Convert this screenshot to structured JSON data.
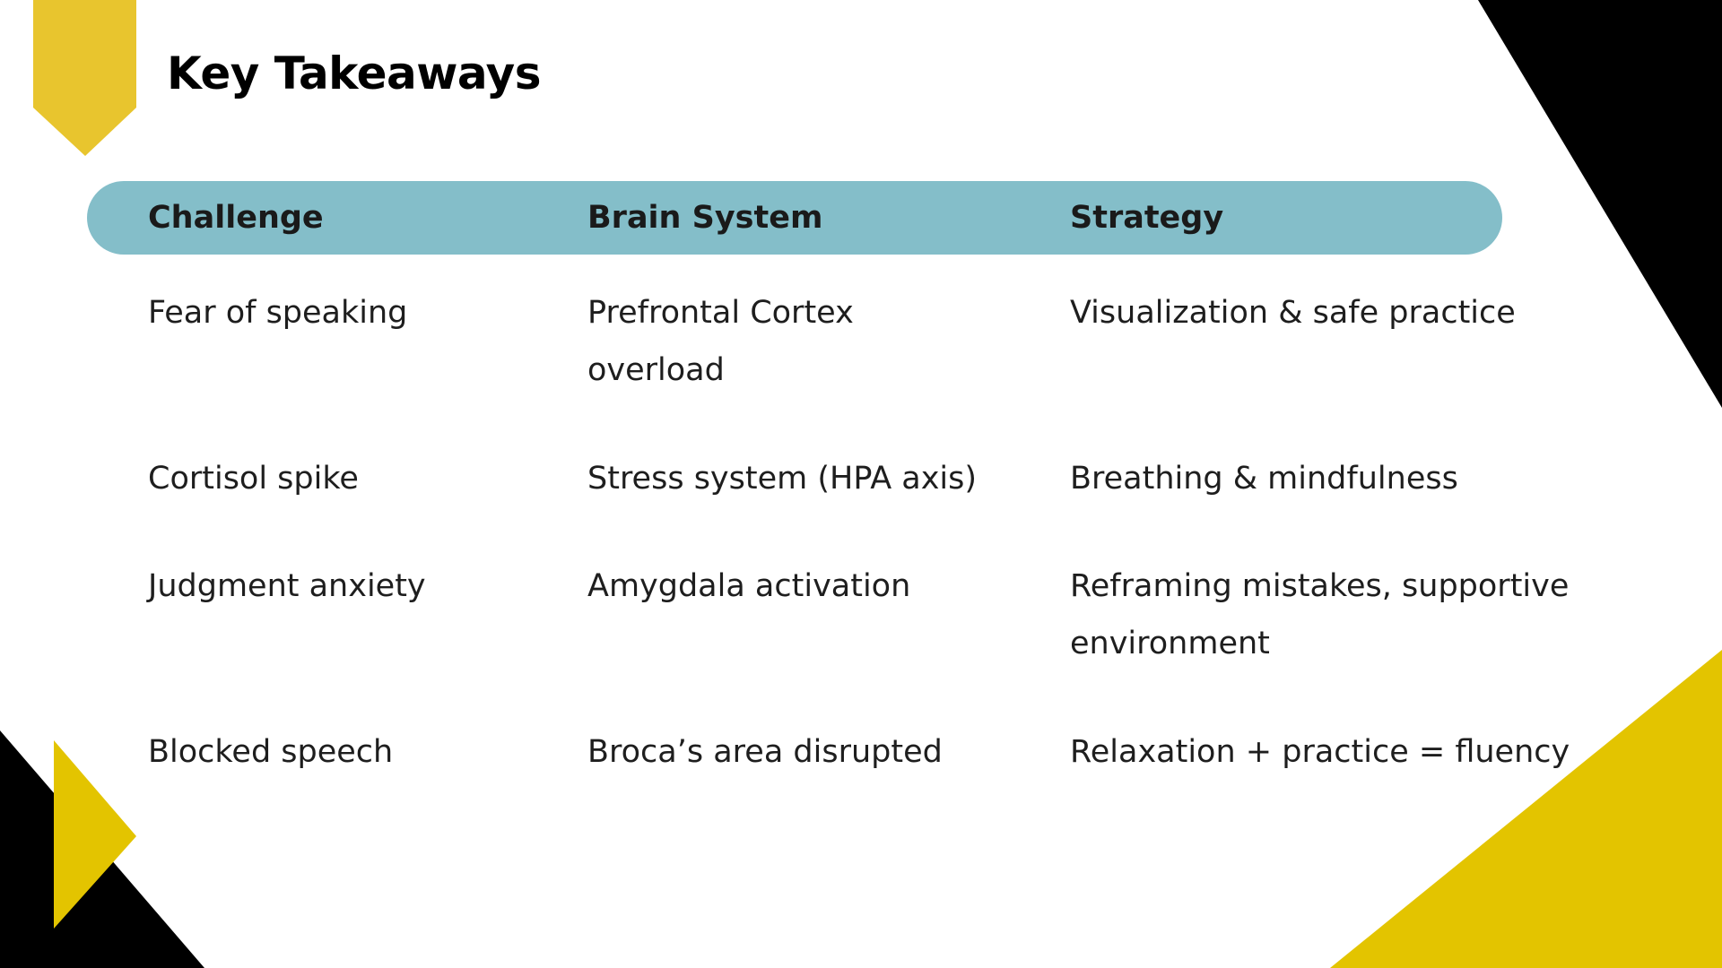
{
  "slide": {
    "title": "Key Takeaways"
  },
  "colors": {
    "accent_yellow": "#e8c52e",
    "deep_yellow": "#e3c400",
    "black": "#000000",
    "header_blue": "#84bec9"
  },
  "table": {
    "headers": [
      "Challenge",
      "Brain System",
      "Strategy"
    ],
    "rows": [
      {
        "challenge": "Fear of speaking",
        "brain_system": [
          "Prefrontal Cortex",
          "overload"
        ],
        "strategy": [
          "Visualization & safe practice"
        ]
      },
      {
        "challenge": "Cortisol spike",
        "brain_system": [
          "Stress system (HPA axis)"
        ],
        "strategy": [
          "Breathing & mindfulness"
        ]
      },
      {
        "challenge": "Judgment anxiety",
        "brain_system": [
          "Amygdala activation"
        ],
        "strategy": [
          "Reframing mistakes, supportive",
          "environment"
        ]
      },
      {
        "challenge": "Blocked speech",
        "brain_system": [
          "Broca’s area disrupted"
        ],
        "strategy": [
          "Relaxation + practice = fluency"
        ]
      }
    ]
  }
}
